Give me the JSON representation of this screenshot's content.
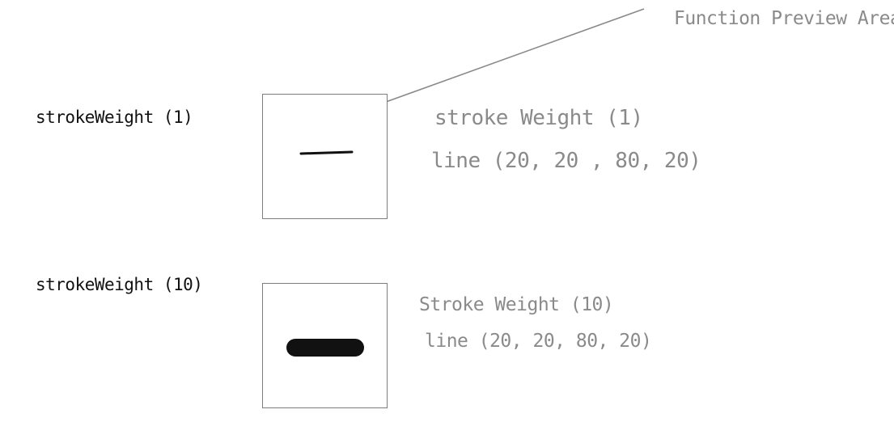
{
  "callout": {
    "label": "Function Preview Area"
  },
  "examples": [
    {
      "left_label": "strokeWeight (1)",
      "code_line1": "stroke Weight  (1)",
      "code_line2": "line (20, 20 , 80, 20)",
      "stroke_weight": 1,
      "line_coords": [
        20,
        20,
        80,
        20
      ]
    },
    {
      "left_label": "strokeWeight (10)",
      "code_line1": "Stroke Weight  (10)",
      "code_line2": "line  (20, 20, 80, 20)",
      "stroke_weight": 10,
      "line_coords": [
        20,
        20,
        80,
        20
      ]
    }
  ],
  "colors": {
    "ink": "#111111",
    "annotation": "#8a8a8a",
    "box_border": "#7d7d7d"
  }
}
